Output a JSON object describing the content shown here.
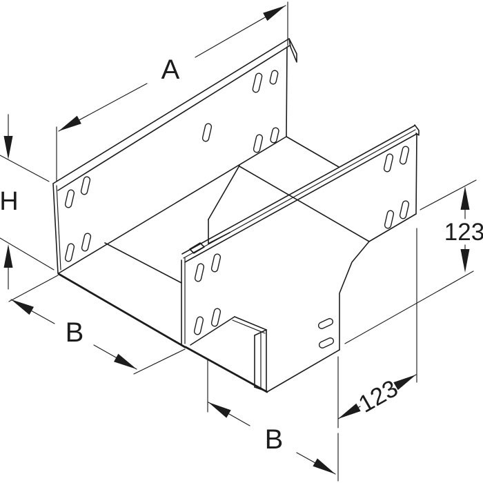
{
  "figure": {
    "background": "#ffffff",
    "line_color": "#1c1c1c",
    "subject": "isometric-cable-tray-reducer-drawing"
  },
  "labels": {
    "length_top": "A",
    "height_left": "H",
    "width_lower_left": "B",
    "width_bottom": "B",
    "height_right": "123",
    "length_bottom_right": "123"
  }
}
